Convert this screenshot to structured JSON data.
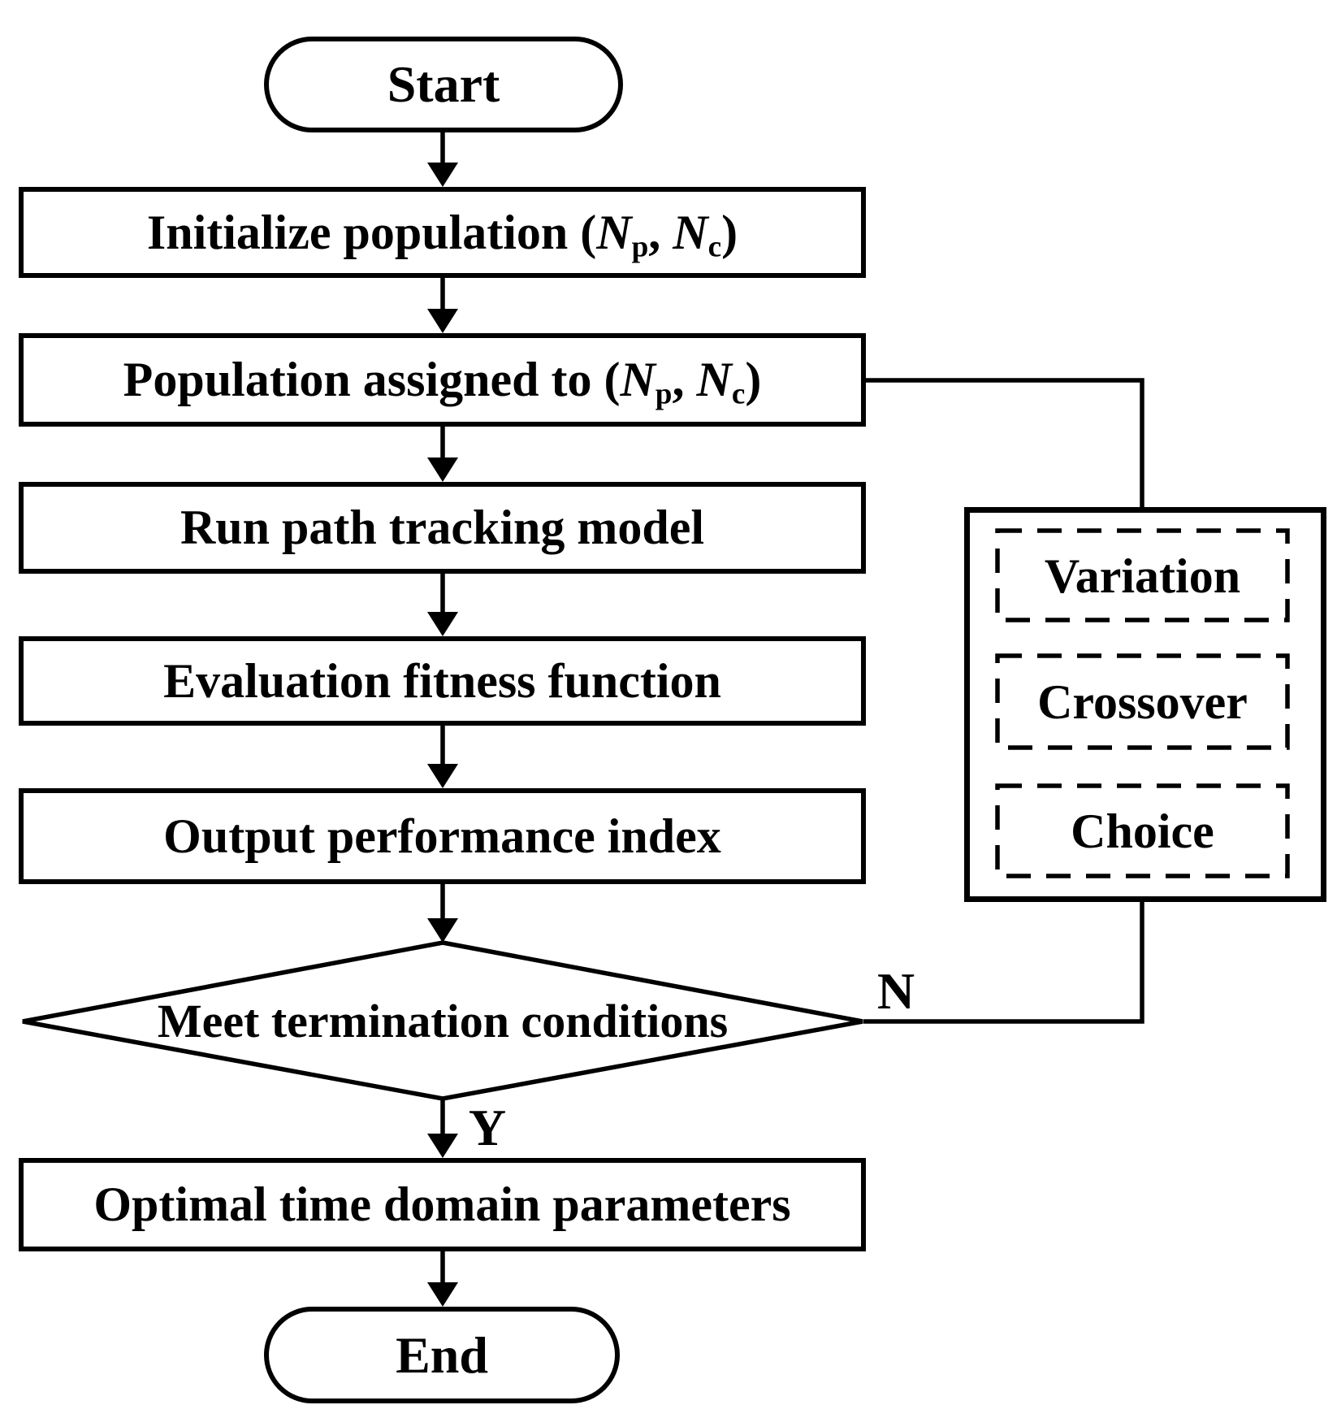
{
  "diagram": {
    "type": "flowchart",
    "colors": {
      "stroke": "#000000",
      "background": "#ffffff",
      "text": "#000000"
    },
    "nodes": {
      "start": {
        "label": "Start",
        "shape": "terminator"
      },
      "initialize": {
        "shape": "process",
        "parts": [
          "Initialize population (",
          "N",
          "p",
          ", ",
          "N",
          "c",
          ")"
        ]
      },
      "assign": {
        "shape": "process",
        "parts": [
          "Population assigned to (",
          "N",
          "p",
          ", ",
          "N",
          "c",
          ")"
        ]
      },
      "run_model": {
        "label": "Run path tracking model",
        "shape": "process"
      },
      "evaluate": {
        "label": "Evaluation fitness function",
        "shape": "process"
      },
      "output_index": {
        "label": "Output performance index",
        "shape": "process"
      },
      "decision": {
        "label": "Meet termination conditions",
        "shape": "decision"
      },
      "optimal": {
        "label": "Optimal time domain parameters",
        "shape": "process"
      },
      "end": {
        "label": "End",
        "shape": "terminator"
      },
      "variation": {
        "label": "Variation",
        "shape": "dashed-box"
      },
      "crossover": {
        "label": "Crossover",
        "shape": "dashed-box"
      },
      "choice": {
        "label": "Choice",
        "shape": "dashed-box"
      }
    },
    "edges": {
      "yes_label": "Y",
      "no_label": "N"
    }
  }
}
